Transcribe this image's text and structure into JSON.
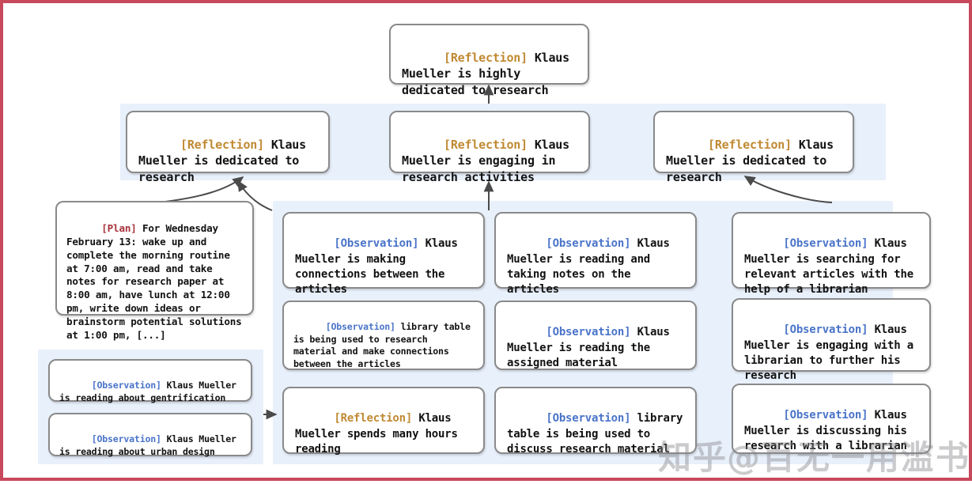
{
  "meta": {
    "frame_color": "#c8485c",
    "panel_color": "#e8f0fb",
    "node_border_color": "#8a8a8a",
    "reflection_tag_color": "#c08a33",
    "observation_tag_color": "#4a74c9",
    "plan_tag_color": "#a8323c"
  },
  "tags": {
    "reflection": "[Reflection]",
    "observation": "[Observation]",
    "plan": "[Plan]"
  },
  "top_node": {
    "tag": "[Reflection]",
    "text": " Klaus Mueller is highly dedicated to research"
  },
  "reflections": [
    {
      "tag": "[Reflection]",
      "text": " Klaus Mueller is dedicated to research"
    },
    {
      "tag": "[Reflection]",
      "text": " Klaus Mueller is engaging in research activities"
    },
    {
      "tag": "[Reflection]",
      "text": " Klaus Mueller is dedicated to research"
    }
  ],
  "plan_node": {
    "tag": "[Plan]",
    "text": " For Wednesday February 13: wake up and complete the morning routine at 7:00 am, read and take notes for research paper at 8:00 am, have lunch at 12:00 pm, write down ideas or brainstorm potential solutions at 1:00 pm, [...]"
  },
  "left_observations": [
    {
      "tag": "[Observation]",
      "text": " Klaus Mueller is reading about gentrification"
    },
    {
      "tag": "[Observation]",
      "text": " Klaus Mueller is reading about urban design"
    }
  ],
  "column_one": [
    {
      "tag": "[Observation]",
      "text": " Klaus Mueller is making connections between the articles"
    },
    {
      "tag": "[Observation]",
      "text": " library table is being used to research material and make connections between the articles"
    },
    {
      "tag": "[Reflection]",
      "text": " Klaus Mueller spends many hours reading"
    }
  ],
  "column_two": [
    {
      "tag": "[Observation]",
      "text": " Klaus Mueller is reading and taking notes on the articles"
    },
    {
      "tag": "[Observation]",
      "text": " Klaus Mueller is reading the assigned material"
    },
    {
      "tag": "[Observation]",
      "text": " library table is being used to discuss research material"
    }
  ],
  "column_three": [
    {
      "tag": "[Observation]",
      "text": " Klaus Mueller is searching for relevant articles with the help of a librarian"
    },
    {
      "tag": "[Observation]",
      "text": " Klaus Mueller is engaging with a librarian to further his research"
    },
    {
      "tag": "[Observation]",
      "text": " Klaus Mueller is discussing his research with a librarian"
    }
  ],
  "watermark": {
    "logo": "知乎",
    "handle": "@百无一用滥书生"
  }
}
